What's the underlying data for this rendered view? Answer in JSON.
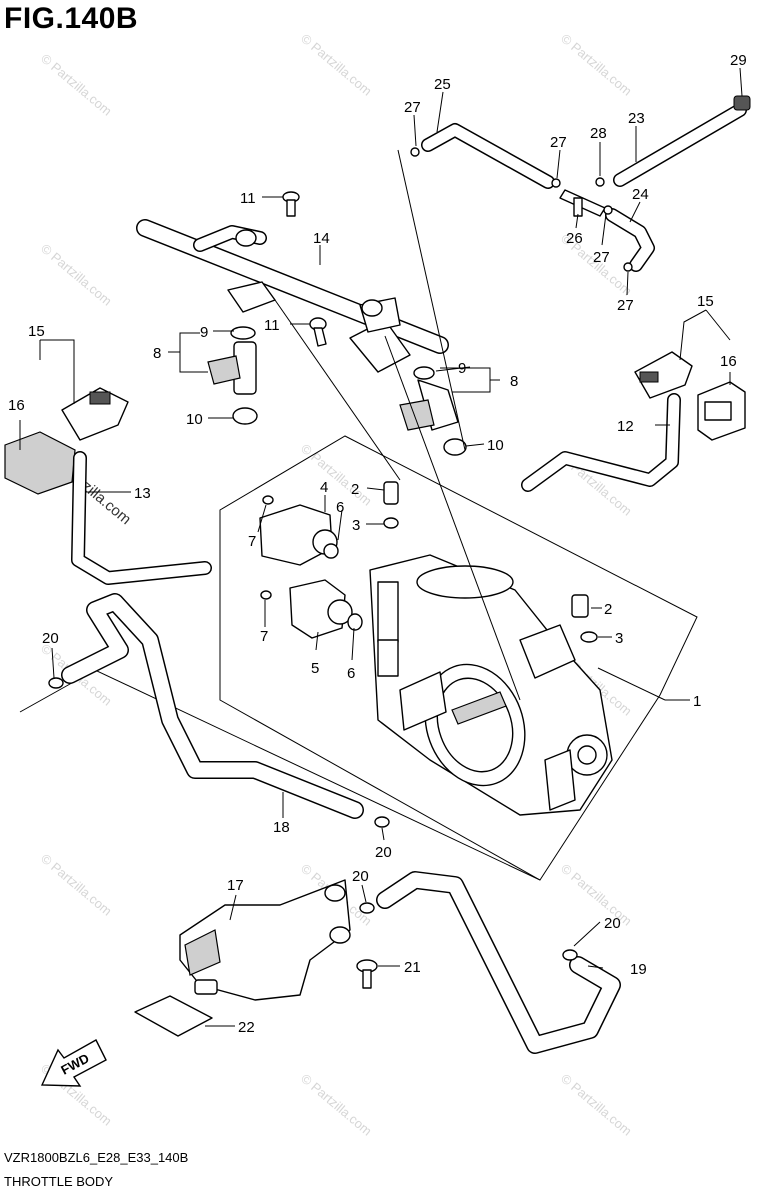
{
  "figure": {
    "title": "FIG.140B",
    "code": "VZR1800BZL6_E28_E33_140B",
    "caption": "THROTTLE BODY",
    "watermark": "© Partzilla.com",
    "side_watermark": "Partzilla.com",
    "direction_label": "FWD"
  },
  "callouts": {
    "c1": "1",
    "c2a": "2",
    "c2b": "2",
    "c3a": "3",
    "c3b": "3",
    "c4": "4",
    "c5": "5",
    "c6a": "6",
    "c6b": "6",
    "c7a": "7",
    "c7b": "7",
    "c8a": "8",
    "c8b": "8",
    "c9a": "9",
    "c9b": "9",
    "c10a": "10",
    "c10b": "10",
    "c11a": "11",
    "c11b": "11",
    "c12": "12",
    "c13": "13",
    "c14": "14",
    "c15a": "15",
    "c15b": "15",
    "c16a": "16",
    "c16b": "16",
    "c17": "17",
    "c18": "18",
    "c19": "19",
    "c20a": "20",
    "c20b": "20",
    "c20c": "20",
    "c20d": "20",
    "c21": "21",
    "c22": "22",
    "c23": "23",
    "c24": "24",
    "c25": "25",
    "c26": "26",
    "c27a": "27",
    "c27b": "27",
    "c27c": "27",
    "c27d": "27",
    "c28": "28",
    "c29": "29"
  }
}
